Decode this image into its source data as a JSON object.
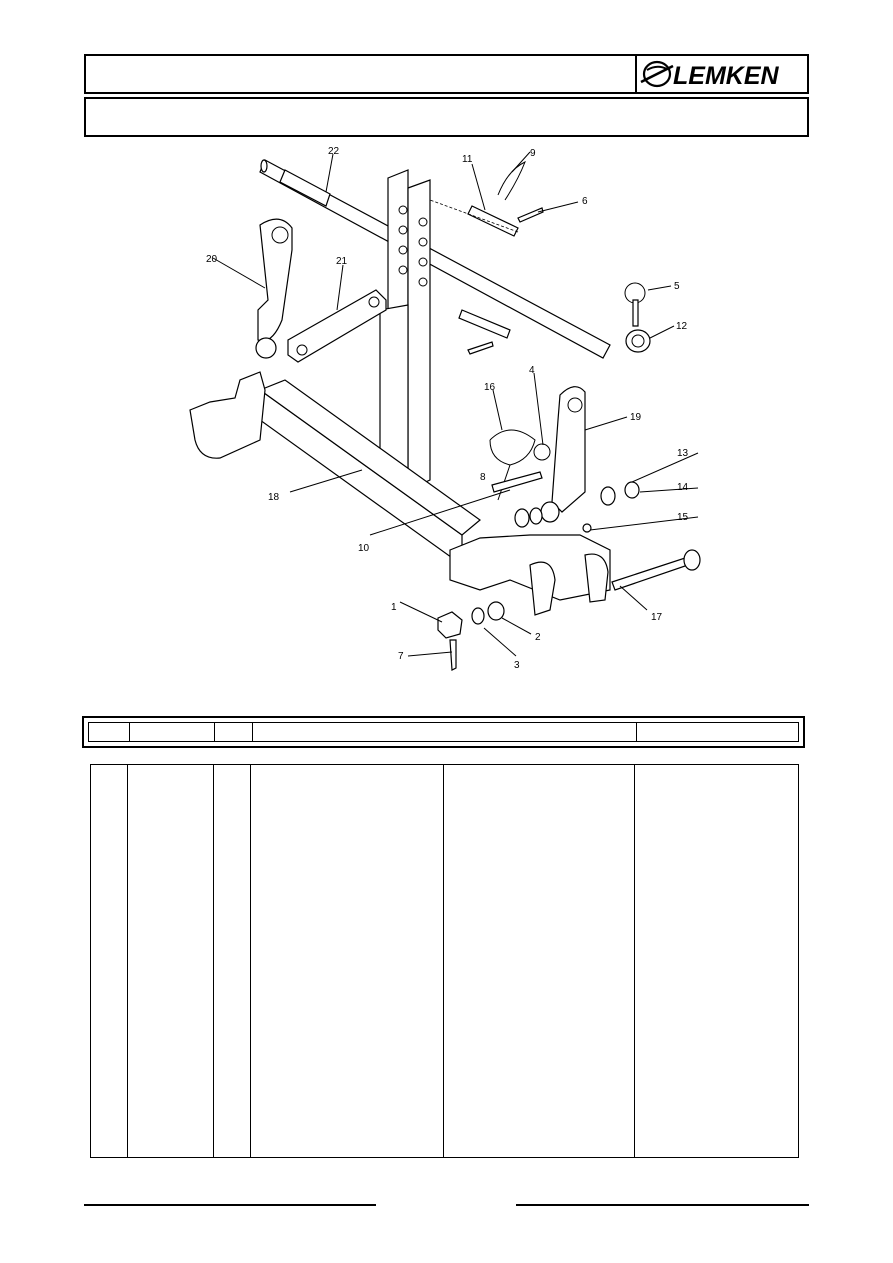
{
  "header": {
    "brand": "LEMKEN"
  },
  "diagram": {
    "callouts": [
      "1",
      "2",
      "3",
      "4",
      "5",
      "6",
      "7",
      "8",
      "9",
      "10",
      "11",
      "12",
      "13",
      "14",
      "15",
      "16",
      "17",
      "18",
      "19",
      "20",
      "21",
      "22"
    ]
  }
}
